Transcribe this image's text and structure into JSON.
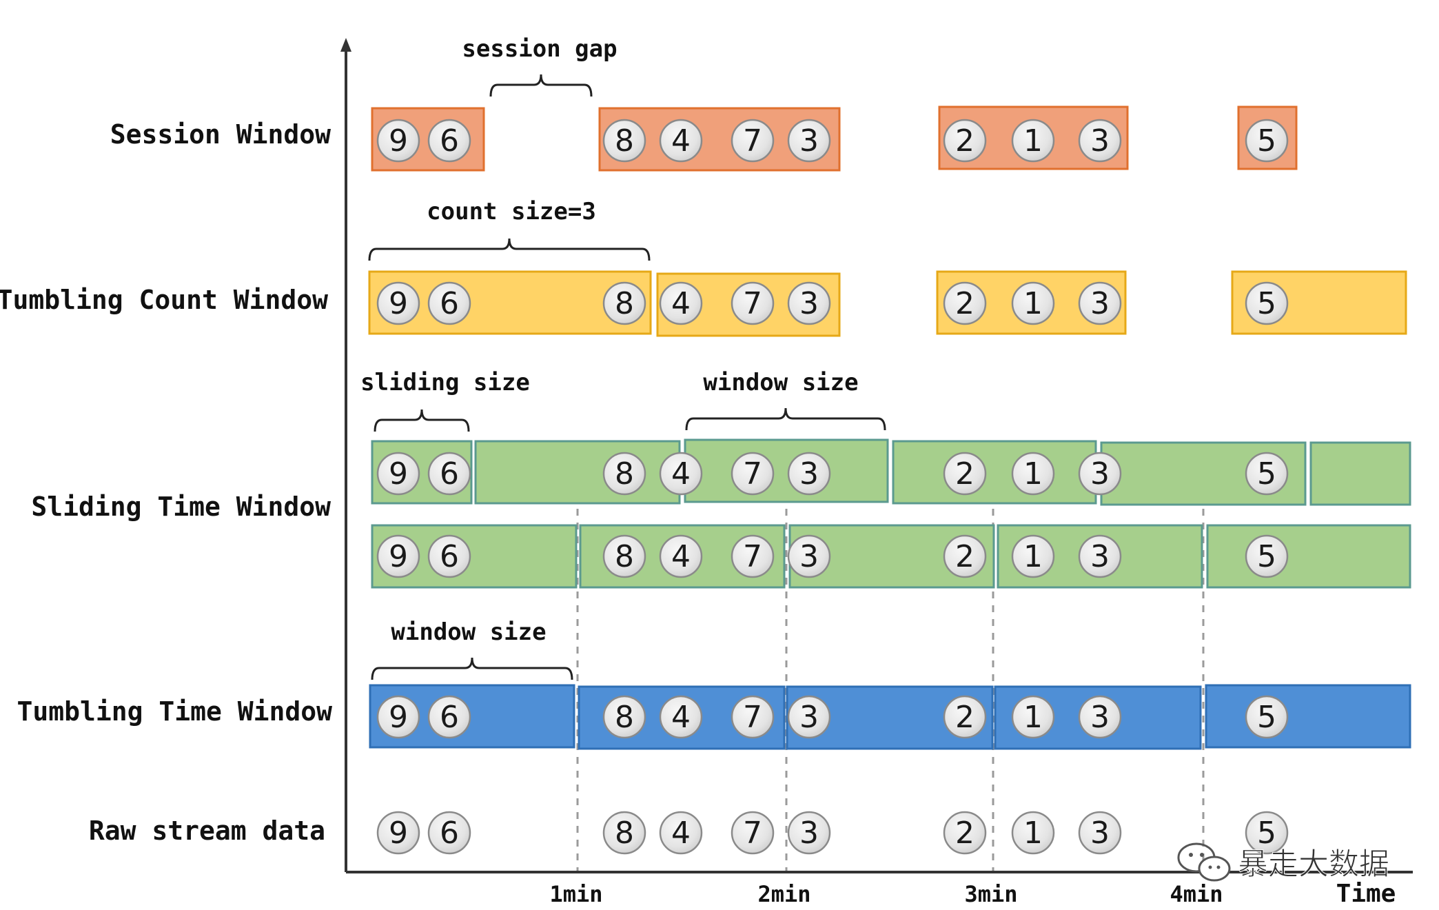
{
  "rows": [
    {
      "id": "session",
      "label": "Session Window",
      "fill": "#f0a07a",
      "stroke": "#e0702e"
    },
    {
      "id": "count",
      "label": "Tumbling Count Window",
      "fill": "#ffd366",
      "stroke": "#e6a817"
    },
    {
      "id": "sliding",
      "label": "Sliding Time Window",
      "fill": "#a6cf8c",
      "stroke": "#5b9a8f"
    },
    {
      "id": "tumbling",
      "label": "Tumbling Time Window",
      "fill": "#4f8fd6",
      "stroke": "#2f6fb5"
    },
    {
      "id": "raw",
      "label": "Raw stream data"
    }
  ],
  "annotations": {
    "session_gap": "session gap",
    "count_size": "count size=3",
    "sliding_size": "sliding size",
    "window_size_sliding": "window size",
    "window_size_tumbling": "window size"
  },
  "axis": {
    "ticks": [
      "1min",
      "2min",
      "3min",
      "4min"
    ],
    "end_label": "Time"
  },
  "stream": {
    "values": [
      "9",
      "6",
      "8",
      "4",
      "7",
      "3",
      "2",
      "1",
      "3",
      "5"
    ]
  },
  "watermark": {
    "text": "暴走大数据",
    "icon": "wechat-icon"
  }
}
